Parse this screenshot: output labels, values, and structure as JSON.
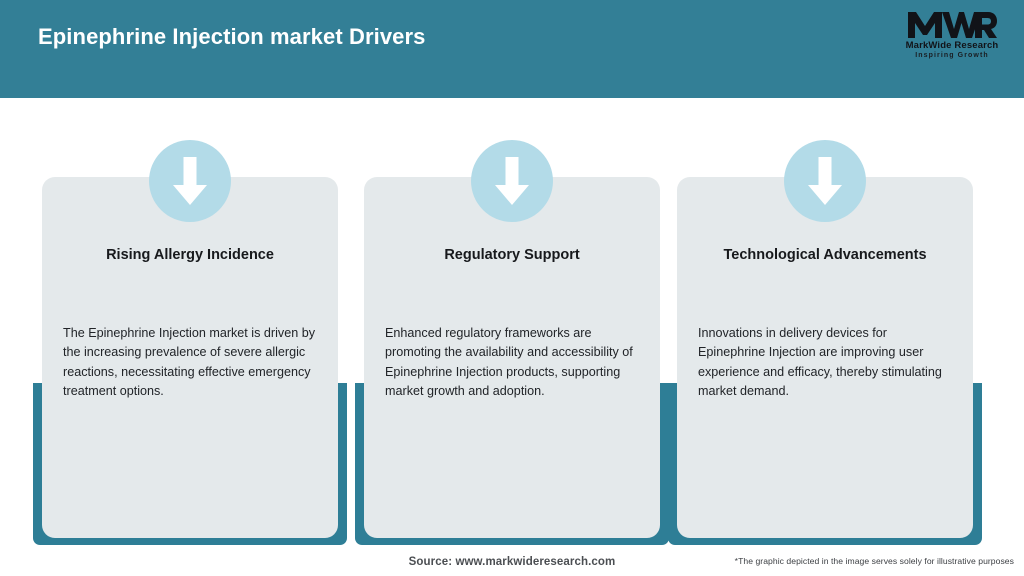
{
  "header": {
    "title": "Epinephrine Injection market Drivers",
    "bar_color": "#337f96"
  },
  "logo": {
    "mark": "MWR",
    "name": "MarkWide Research",
    "tagline": "Inspiring Growth"
  },
  "theme": {
    "teal": "#2e7e96",
    "card_bg": "#e4e9eb",
    "icon_circle": "#b3dbe8",
    "arrow": "#ffffff"
  },
  "cards": [
    {
      "icon": "arrow-down-icon",
      "heading": "Rising Allergy Incidence",
      "text": "The Epinephrine Injection market is driven by the increasing prevalence of severe allergic reactions, necessitating effective emergency treatment options."
    },
    {
      "icon": "arrow-down-icon",
      "heading": "Regulatory Support",
      "text": "Enhanced regulatory frameworks are promoting the availability and accessibility of Epinephrine Injection products, supporting market growth and adoption."
    },
    {
      "icon": "arrow-down-icon",
      "heading": "Technological Advancements",
      "text": "Innovations in delivery devices for Epinephrine Injection are improving user experience and efficacy, thereby stimulating market demand."
    }
  ],
  "footer": {
    "source": "Source: www.markwideresearch.com",
    "disclaimer": "*The graphic depicted in the image serves solely for illustrative purposes"
  }
}
